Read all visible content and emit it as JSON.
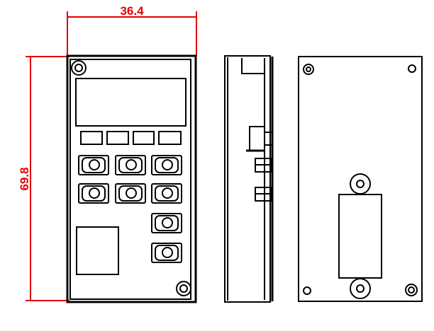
{
  "dimensions": {
    "width_label": "36.4",
    "height_label": "69.8",
    "color": "#e00000"
  },
  "views": [
    "front-view",
    "side-view",
    "back-view"
  ]
}
